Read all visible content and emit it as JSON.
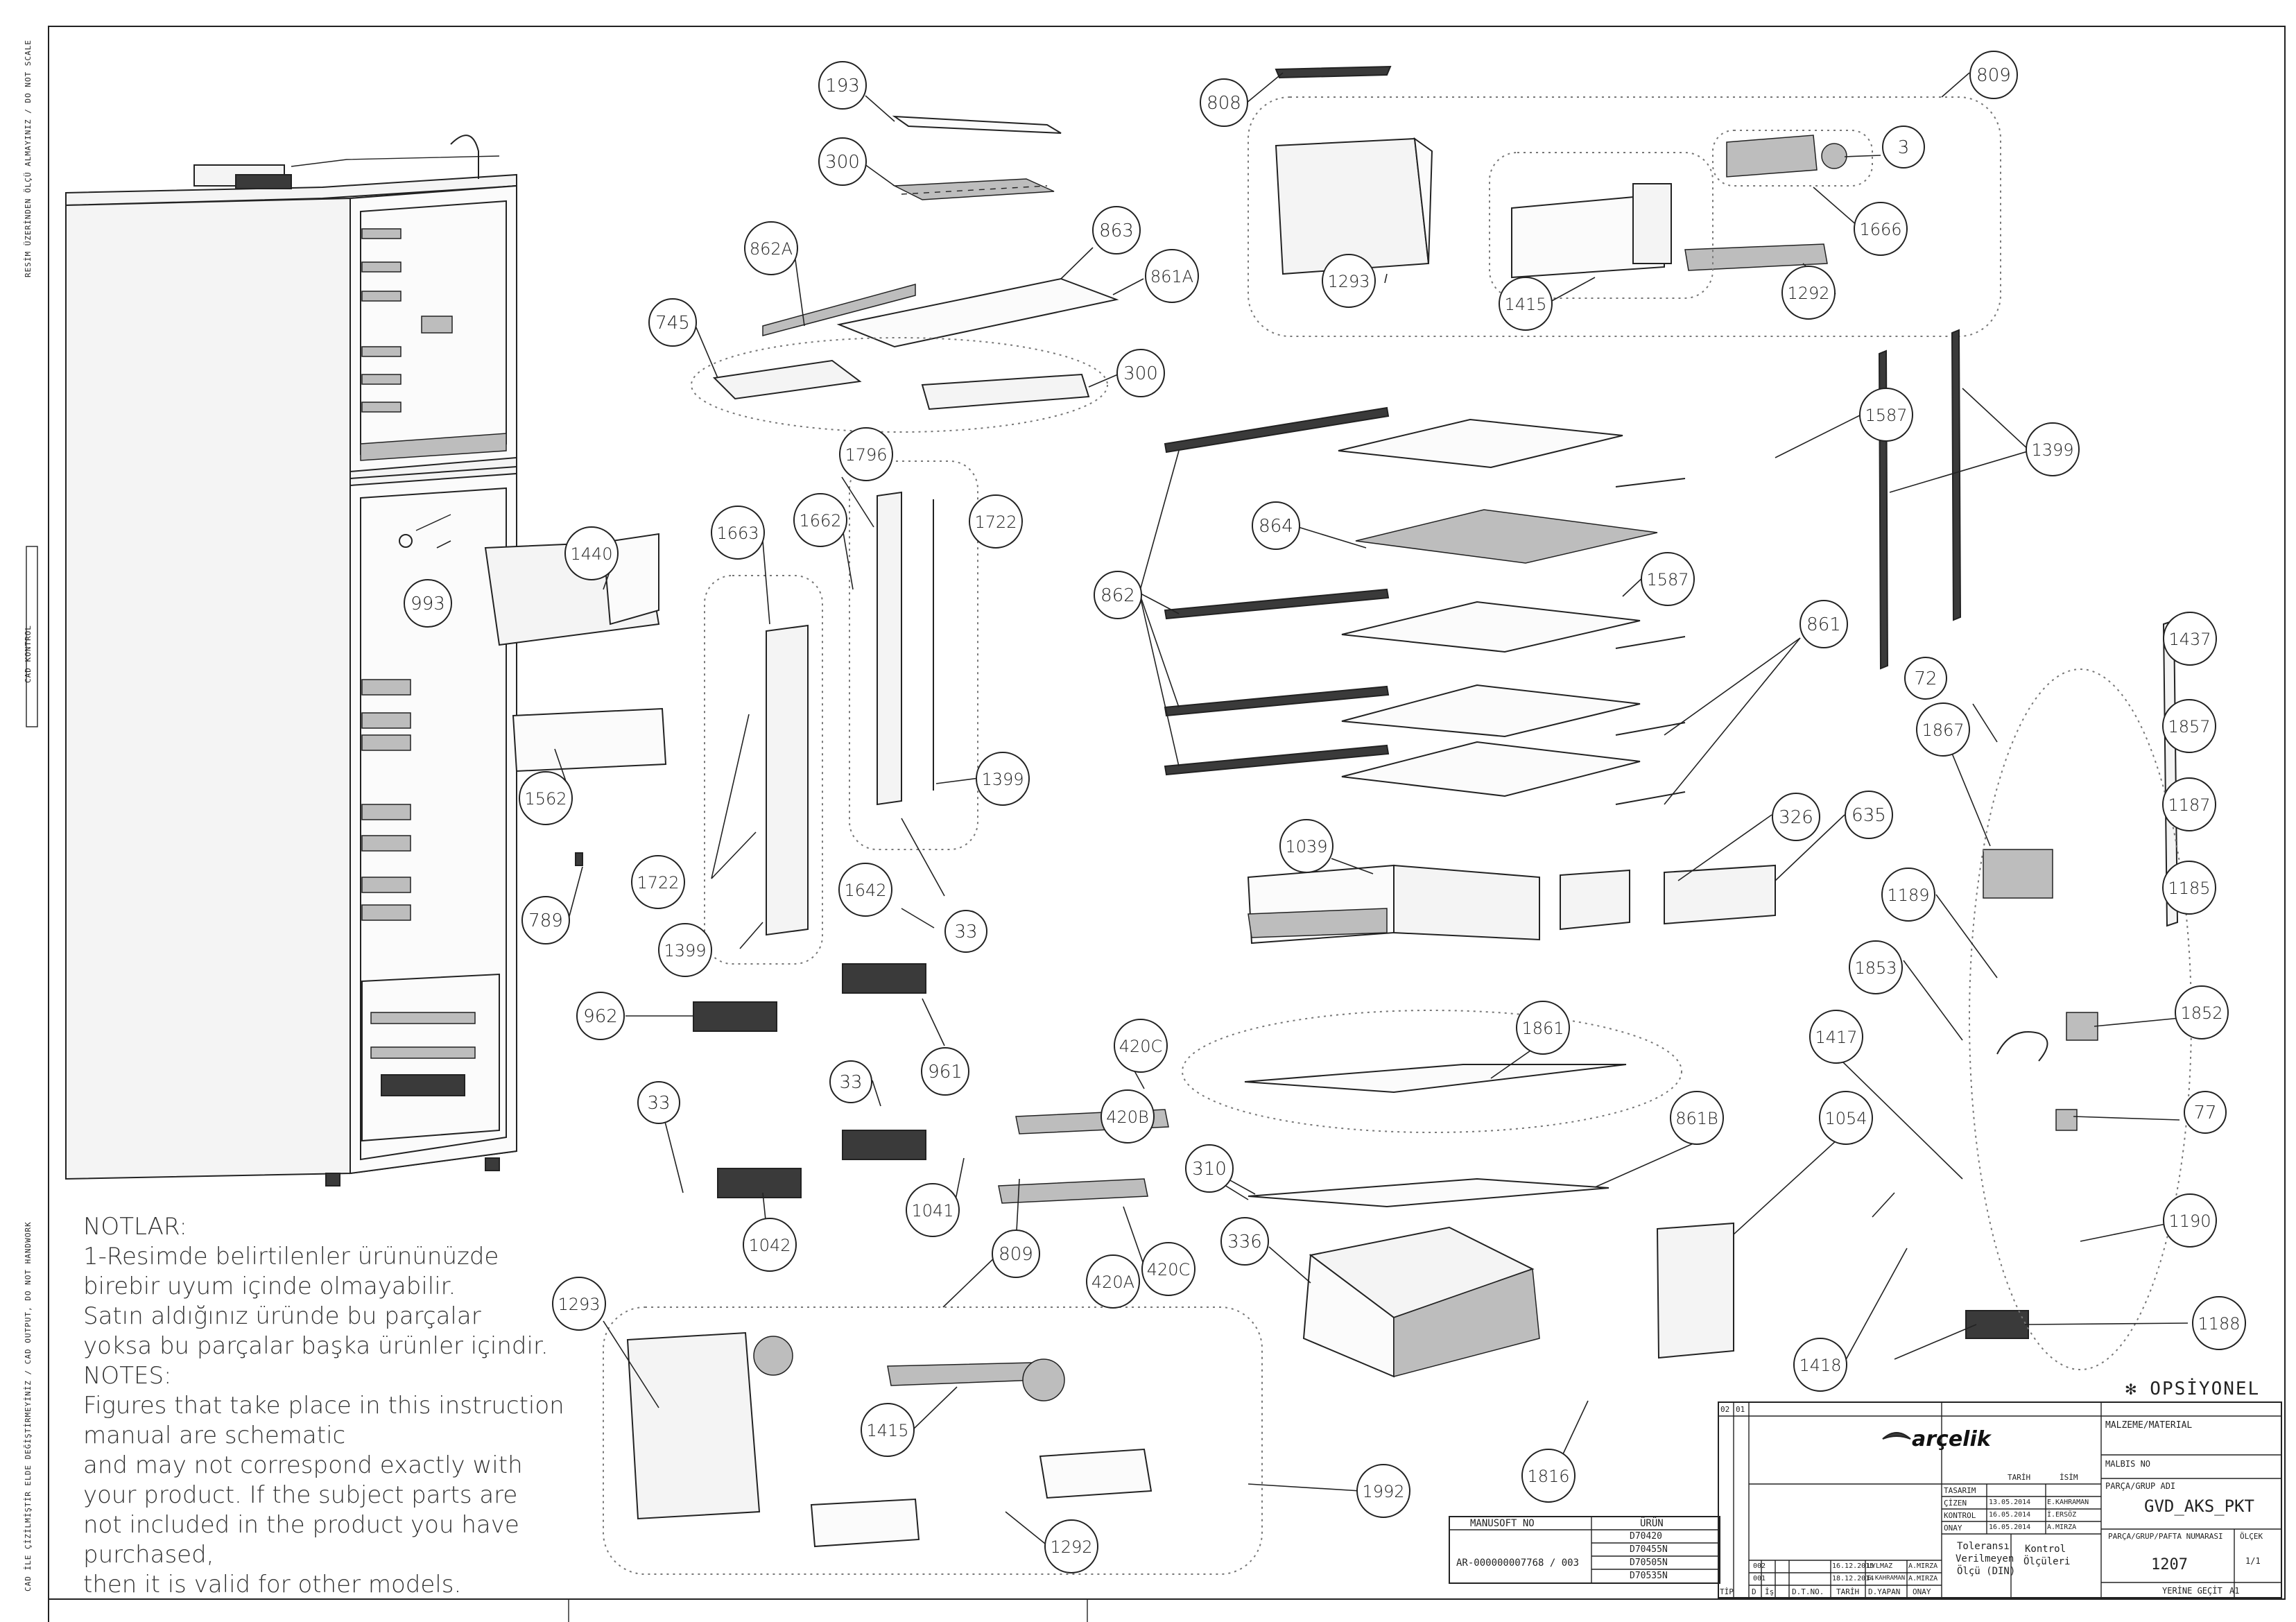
{
  "side_notes": {
    "do_not_scale": "RESİM ÜZERİNDEN ÖLÇÜ ALMAYINIZ / DO NOT SCALE",
    "cad_control": "CAD KONTROL",
    "cad_handwork": "CAD İLE ÇİZİLMİŞTİR ELDE DEĞİŞTİRMEYİNİZ / CAD OUTPUT, DO NOT HANDWORK"
  },
  "part_labels": [
    {
      "id": "193"
    },
    {
      "id": "300"
    },
    {
      "id": "862A"
    },
    {
      "id": "863"
    },
    {
      "id": "861A"
    },
    {
      "id": "745"
    },
    {
      "id": "300"
    },
    {
      "id": "808"
    },
    {
      "id": "809"
    },
    {
      "id": "3"
    },
    {
      "id": "1666"
    },
    {
      "id": "1293"
    },
    {
      "id": "1415"
    },
    {
      "id": "1292"
    },
    {
      "id": "1399"
    },
    {
      "id": "1587"
    },
    {
      "id": "864"
    },
    {
      "id": "1587"
    },
    {
      "id": "862"
    },
    {
      "id": "861"
    },
    {
      "id": "1440"
    },
    {
      "id": "993"
    },
    {
      "id": "1663"
    },
    {
      "id": "1662"
    },
    {
      "id": "1796"
    },
    {
      "id": "1722"
    },
    {
      "id": "1399"
    },
    {
      "id": "1642"
    },
    {
      "id": "1722"
    },
    {
      "id": "1399"
    },
    {
      "id": "1562"
    },
    {
      "id": "789"
    },
    {
      "id": "72"
    },
    {
      "id": "1437"
    },
    {
      "id": "1857"
    },
    {
      "id": "1867"
    },
    {
      "id": "1187"
    },
    {
      "id": "1185"
    },
    {
      "id": "1189"
    },
    {
      "id": "1853"
    },
    {
      "id": "1039"
    },
    {
      "id": "326"
    },
    {
      "id": "635"
    },
    {
      "id": "33"
    },
    {
      "id": "962"
    },
    {
      "id": "961"
    },
    {
      "id": "33"
    },
    {
      "id": "33"
    },
    {
      "id": "420C"
    },
    {
      "id": "420B"
    },
    {
      "id": "1861"
    },
    {
      "id": "1417"
    },
    {
      "id": "1852"
    },
    {
      "id": "77"
    },
    {
      "id": "1041"
    },
    {
      "id": "1042"
    },
    {
      "id": "420A"
    },
    {
      "id": "420C"
    },
    {
      "id": "861B"
    },
    {
      "id": "1054"
    },
    {
      "id": "310"
    },
    {
      "id": "336"
    },
    {
      "id": "1190"
    },
    {
      "id": "1188"
    },
    {
      "id": "1418"
    },
    {
      "id": "809"
    },
    {
      "id": "1293"
    },
    {
      "id": "1415"
    },
    {
      "id": "1992"
    },
    {
      "id": "1292"
    },
    {
      "id": "1816"
    }
  ],
  "notes": {
    "lines": [
      "NOTLAR:",
      "1-Resimde belirtilenler ürününüzde",
      "birebir   uyum içinde olmayabilir.",
      "Satın aldığınız üründe bu parçalar",
      "yoksa bu parçalar başka ürünler içindir.",
      "NOTES:",
      "Figures that take place in this instruction",
      "manual are schematic",
      "and may not correspond exactly with",
      "your product. If the subject parts are",
      "not included in the product you have",
      "purchased,",
      "then it is valid for other models."
    ]
  },
  "optional_mark": "✻ OPSİYONEL",
  "title_block": {
    "manusoft_header": "MANUSOFT NO",
    "manusoft_value": "AR-000000007768 / 003",
    "urun_header": "ÜRÜN",
    "urun_values": [
      "D70420",
      "D70455N",
      "D70505N",
      "D70535N"
    ],
    "revision_codes": [
      "02",
      "01"
    ],
    "revisions": [
      {
        "code": "002",
        "date": "16.12.2015",
        "name": "UYLMAZ",
        "approver": "A.MIRZA"
      },
      {
        "code": "001",
        "date": "18.12.2014",
        "name": "E.KAHRAMAN",
        "approver": "A.MIRZA"
      }
    ],
    "column_headers": [
      "TİP",
      "D",
      "İş",
      "D.T.NO.",
      "TARİH",
      "D.YAPAN",
      "ONAY"
    ],
    "brand": "arçelik",
    "header_tarih": "TARİH",
    "header_isim": "İSİM",
    "signoff": [
      {
        "role": "TASARIM",
        "date": "",
        "name": ""
      },
      {
        "role": "ÇİZEN",
        "date": "13.05.2014",
        "name": "E.KAHRAMAN"
      },
      {
        "role": "KONTROL",
        "date": "16.05.2014",
        "name": "İ.ERSÖZ"
      },
      {
        "role": "ONAY",
        "date": "16.05.2014",
        "name": "A.MIRZA"
      }
    ],
    "tolerance": [
      "Toleransı",
      "Verilmeyen",
      "Ölçü (DIN)"
    ],
    "control_dims": [
      "Kontrol",
      "Ölçüleri"
    ],
    "material_label": "MALZEME/MATERIAL",
    "malbis_label": "MALBIS NO",
    "group_label": "PARÇA/GRUP ADI",
    "group_name": "GVD_AKS_PKT",
    "part_no_label": "PARÇA/GRUP/PAFTA NUMARASI",
    "part_no": "1207",
    "scale_label": "ÖLÇEK",
    "scale_value": "1/1",
    "replaces_label": "YERİNE GEÇİT",
    "sheet_size": "A1"
  },
  "colors": {
    "line": "#222222",
    "paper": "#ffffff",
    "dashed": "#777777"
  }
}
